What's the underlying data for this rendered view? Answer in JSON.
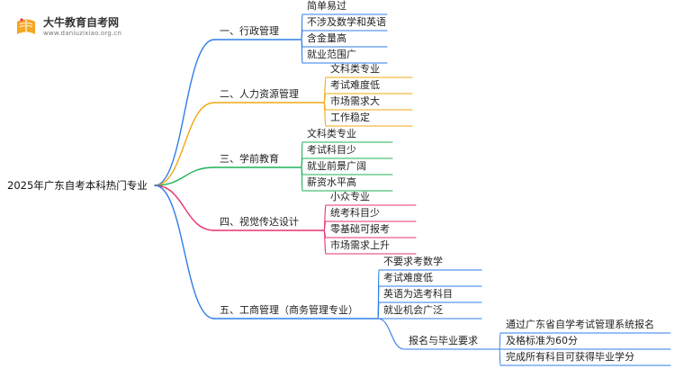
{
  "watermark": {
    "title": "大牛教育自考网",
    "url": "www.daniuzixiao.org.cn"
  },
  "root": "2025年广东自考本科热门专业",
  "branches": [
    {
      "label": "一、行政管理",
      "color": "#2f7ee8",
      "children": [
        "简单易过",
        "不涉及数学和英语",
        "含金量高",
        "就业范围广"
      ]
    },
    {
      "label": "二、人力资源管理",
      "color": "#f2a913",
      "children": [
        "文科类专业",
        "考试难度低",
        "市场需求大",
        "工作稳定"
      ]
    },
    {
      "label": "三、学前教育",
      "color": "#1fb25a",
      "children": [
        "文科类专业",
        "考试科目少",
        "就业前景广阔",
        "薪资水平高"
      ]
    },
    {
      "label": "四、视觉传达设计",
      "color": "#e8336e",
      "children": [
        "小众专业",
        "统考科目少",
        "零基础可报考",
        "市场需求上升"
      ]
    },
    {
      "label": "五、工商管理（商务管理专业）",
      "color": "#2f7ee8",
      "children": [
        "不要求考数学",
        "考试难度低",
        "英语为选考科目",
        "就业机会广泛"
      ],
      "sub": {
        "label": "报名与毕业要求",
        "children": [
          "通过广东省自学考试管理系统报名",
          "及格标准为60分",
          "完成所有科目可获得毕业学分"
        ]
      }
    }
  ]
}
